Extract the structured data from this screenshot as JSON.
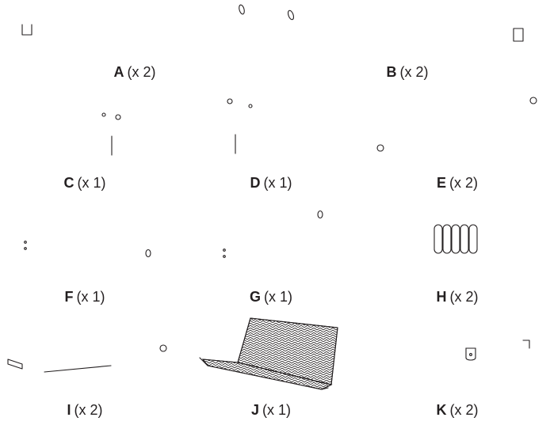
{
  "parts": [
    {
      "letter": "A",
      "qty": "(x 2)"
    },
    {
      "letter": "B",
      "qty": "(x 2)"
    },
    {
      "letter": "C",
      "qty": "(x 1)"
    },
    {
      "letter": "D",
      "qty": "(x 1)"
    },
    {
      "letter": "E",
      "qty": "(x 2)"
    },
    {
      "letter": "F",
      "qty": "(x 1)"
    },
    {
      "letter": "G",
      "qty": "(x 1)"
    },
    {
      "letter": "H",
      "qty": "(x 2)"
    },
    {
      "letter": "I",
      "qty": "(x 2)"
    },
    {
      "letter": "J",
      "qty": "(x 1)"
    },
    {
      "letter": "K",
      "qty": "(x 2)"
    }
  ]
}
